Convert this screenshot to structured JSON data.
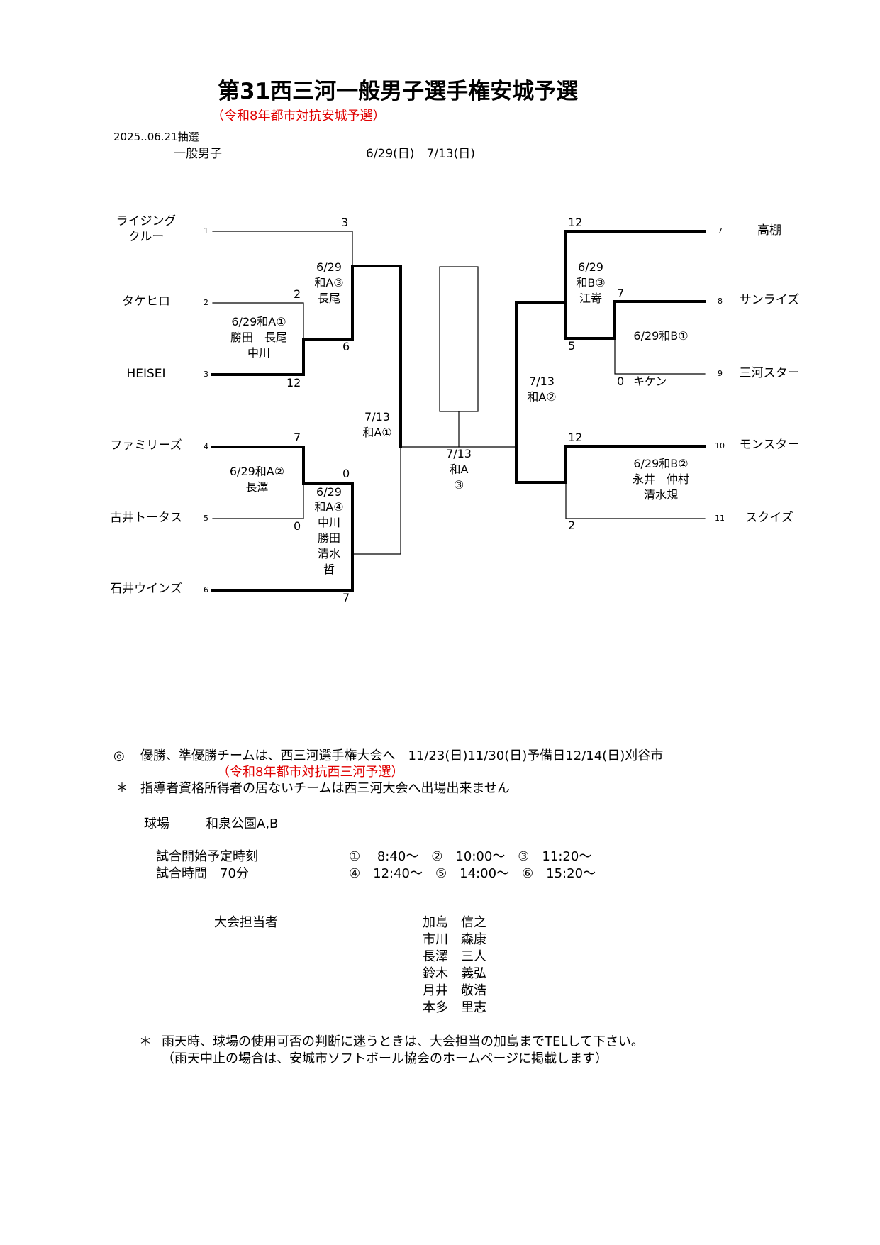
{
  "header": {
    "title": "第31西三河一般男子選手権安城予選",
    "subtitle": "（令和8年都市対抗安城予選）",
    "draw_date": "2025..06.21抽選",
    "category": "一般男子",
    "dates": "6/29(日)　7/13(日)"
  },
  "bracket": {
    "teams": [
      {
        "no": "1",
        "name_line1": "ライジング",
        "name_line2": "クルー"
      },
      {
        "no": "2",
        "name": "タケヒロ"
      },
      {
        "no": "3",
        "name": "HEISEI"
      },
      {
        "no": "4",
        "name": "ファミリーズ"
      },
      {
        "no": "5",
        "name": "古井トータス"
      },
      {
        "no": "6",
        "name": "石井ウインズ"
      },
      {
        "no": "7",
        "name": "高棚"
      },
      {
        "no": "8",
        "name": "サンライズ"
      },
      {
        "no": "9",
        "name": "三河スター"
      },
      {
        "no": "10",
        "name": "モンスター"
      },
      {
        "no": "11",
        "name": "スクイズ"
      }
    ],
    "scores": {
      "t1": "3",
      "t2": "2",
      "t3": "12",
      "m1_winner": "6",
      "t4": "7",
      "t5": "0",
      "m2_winner": "0",
      "t6": "7",
      "t7": "12",
      "t8": "7",
      "m_b3_lower": "5",
      "t9": "0",
      "t10": "12",
      "t11": "2"
    },
    "matches": {
      "a1": [
        "6/29和A①",
        "勝田　長尾",
        "中川"
      ],
      "a2": [
        "6/29和A②",
        "長澤"
      ],
      "a3": [
        "6/29",
        "和A③",
        "長尾"
      ],
      "a4": [
        "6/29",
        "和A④",
        "中川",
        "勝田",
        "清水",
        "哲"
      ],
      "semi_left": [
        "7/13",
        "和A①"
      ],
      "final": [
        "7/13",
        "和A",
        "③"
      ],
      "b1": "6/29和B①",
      "b1_umpire": "キケン",
      "b2": [
        "6/29和B②",
        "永井　仲村",
        "清水規"
      ],
      "b3": [
        "6/29",
        "和B③",
        "江嵜"
      ],
      "semi_right": [
        "7/13",
        "和A②"
      ]
    }
  },
  "notes": {
    "advance_mark": "◎",
    "advance": "優勝、準優勝チームは、西三河選手権大会へ　11/23(日)11/30(日)予備日12/14(日)刈谷市",
    "advance_sub": "（令和8年都市対抗西三河予選）",
    "coach_mark": "＊",
    "coach": "指導者資格所得者の居ないチームは西三河大会へ出場出来ません",
    "venue_label": "球場",
    "venue": "和泉公園A,B",
    "start_label": "試合開始予定時刻",
    "start_row1": "①　 8:40～　②　10:00～　③　11:20～",
    "duration_label": "試合時間　70分",
    "start_row2": "④　12:40～　⑤　14:00～　⑥　15:20～",
    "staff_label": "大会担当者",
    "staff": [
      "加島　信之",
      "市川　森康",
      "長澤　三人",
      "鈴木　義弘",
      "月井　敬浩",
      "本多　里志"
    ],
    "rain_mark": "＊",
    "rain": "雨天時、球場の使用可否の判断に迷うときは、大会担当の加島までTELして下さい。",
    "rain_sub": "（雨天中止の場合は、安城市ソフトボール協会のホームページに掲載します）"
  }
}
